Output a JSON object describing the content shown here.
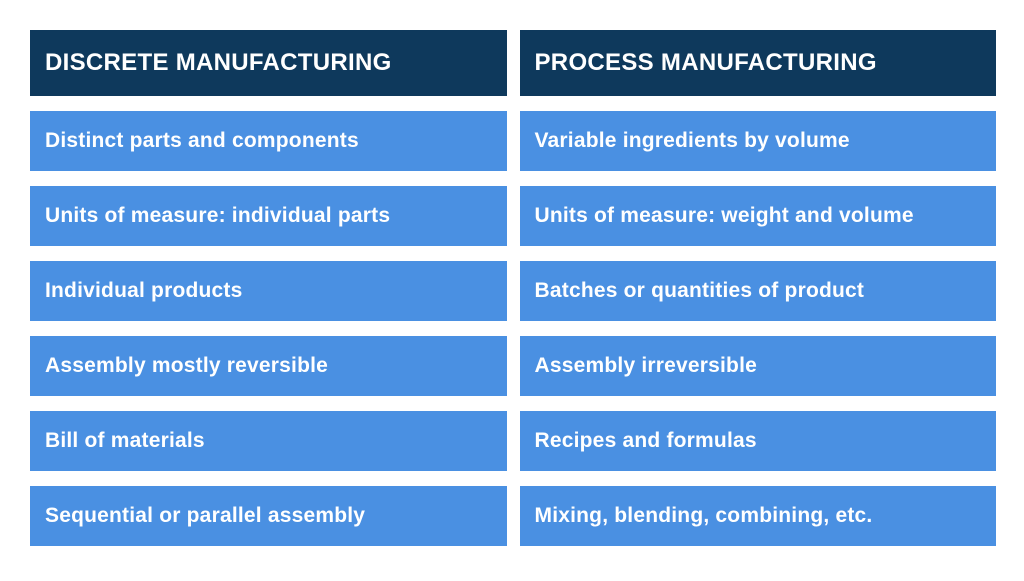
{
  "table": {
    "columns": [
      {
        "header": "DISCRETE MANUFACTURING",
        "rows": [
          "Distinct parts and components",
          "Units of measure: individual parts",
          "Individual products",
          "Assembly mostly reversible",
          "Bill of materials",
          "Sequential or parallel assembly"
        ]
      },
      {
        "header": "PROCESS MANUFACTURING",
        "rows": [
          "Variable ingredients by volume",
          "Units of measure: weight and volume",
          "Batches or quantities of product",
          "Assembly irreversible",
          "Recipes and formulas",
          "Mixing, blending, combining, etc."
        ]
      }
    ]
  },
  "colors": {
    "header_bg": "#0E395C",
    "row_bg": "#4A90E2",
    "text": "#FFFFFF",
    "background": "#FFFFFF"
  }
}
